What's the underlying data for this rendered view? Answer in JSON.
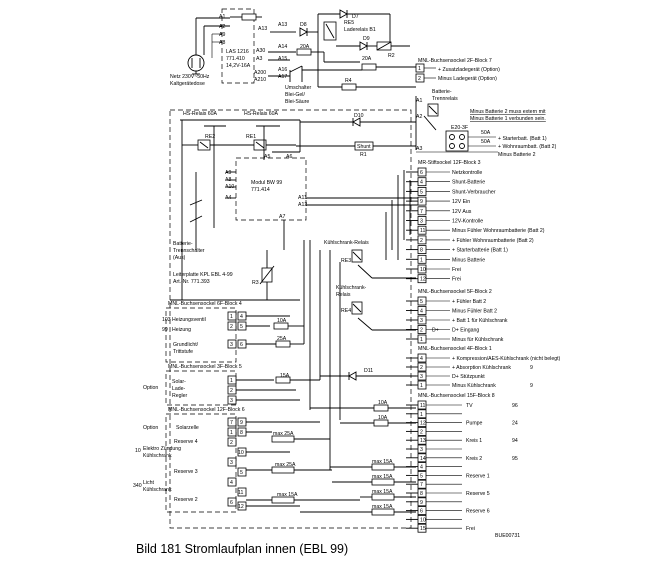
{
  "caption": "Bild 181   Stromlaufplan innen (EBL 99)",
  "code": "BUE00731",
  "power_input": [
    "Netz 230V~50Hz",
    "Kaltgerätedose"
  ],
  "las": [
    "LAS 1216",
    "771.410",
    "14,2V-16A"
  ],
  "charger_switch": [
    "Umschalter",
    "Blei-Gel/",
    "Blei-Säure"
  ],
  "charge_relay": [
    "RE5",
    "Laderelais B1"
  ],
  "fuses": {
    "a1": "A1",
    "a2": "A2",
    "a9": "A9",
    "a8": "A8",
    "a13": "A13",
    "a14": "A14",
    "a3": "A3",
    "a15": "A15",
    "a16": "A16",
    "a17": "A17",
    "a200": "A200",
    "a210": "A210",
    "a30": "A30",
    "f20a1": "20A",
    "f20a2": "20A",
    "f60a1": "HS-Relais 60A",
    "f60a2": "HS-Relais 60A",
    "f10a": "10A",
    "f25a": "25A",
    "f15a": "15A",
    "fr10a1": "10A",
    "fr10a2": "10A",
    "max25a1": "max 25A",
    "max25a2": "max 25A",
    "max15a1": "max 15A",
    "max15a2": "max 15A",
    "max15a3": "max 15A",
    "max15a4": "max 15A",
    "max15a5": "max 15A"
  },
  "components": {
    "d8": "D8",
    "d7": "D7",
    "d9": "D9",
    "r2": "R2",
    "r4": "R4",
    "r1": "R1",
    "d10": "D10",
    "d11": "D11",
    "shunt": "Shunt",
    "re1": "RE1",
    "re2": "RE2",
    "re3": "RE3",
    "re4": "RE4",
    "r3": "R3",
    "e20": "E20-3F",
    "a5": "A5",
    "a6": "A6",
    "a4": "A4",
    "a7": "A7",
    "a10": "A10",
    "a11": "A11",
    "a12": "A12",
    "a9b": "A9",
    "a8b": "A8"
  },
  "battery_switch": [
    "Batterie-",
    "Trennrelais"
  ],
  "battery_cut": [
    "Batterie-",
    "Trennschalter",
    "(Aus)"
  ],
  "module": [
    "Modul BW 99",
    "771.414"
  ],
  "board": [
    "Leiterplatte KPL EBL 4-99",
    "Art.-Nr. 771.393"
  ],
  "cooler_relay": "Kühlschrank-Relais",
  "cooler_relay2": [
    "Kühlschrank-",
    "Relais"
  ],
  "sockets": {
    "s2f7": "MNL-Buchsensockel 2F-Block 7",
    "s12f3": "MR-Stiftsockel 12F-Block 3",
    "s5f2": "MNL-Buchsensockel 5F-Block 2",
    "s4f1": "MNL-Buchsensockel 4F-Block 1",
    "s15f8": "MNL-Buchsensockel 15F-Block 8",
    "s6f4": "MNL-Buchsensockel 6F-Block 4",
    "s3f5": "MNL-Buchsensockel 3F-Block 5",
    "s12f6": "MNL-Buchsensockel 12F-Block 6"
  },
  "right_top": [
    "+ Zusatzladegerät (Option)",
    "Minus Ladegerät (Option)"
  ],
  "minus_note": [
    "Minus Batterie 2 muss extern mit",
    "Minus Batterie 1 verbunden sein."
  ],
  "e20_items": [
    "+ Starterbatt. (Batt 1)",
    "+ Wohnraumbatt. (Batt 2)",
    "Minus Batterie 2"
  ],
  "e20_amps": [
    "50A",
    "50A"
  ],
  "block3": [
    {
      "n": "6",
      "t": "Netzkontrolle"
    },
    {
      "n": "4",
      "t": "Shunt-Batterie"
    },
    {
      "n": "5",
      "t": "Shunt-Verbraucher"
    },
    {
      "n": "9",
      "t": "12V Ein"
    },
    {
      "n": "7",
      "t": "12V Aus"
    },
    {
      "n": "3",
      "t": "12V-Kontrolle"
    },
    {
      "n": "11",
      "t": "Minus Fühler Wohnraumbatterie (Batt 2)"
    },
    {
      "n": "2",
      "t": "+ Fühler Wohnraumbatterie (Batt 2)"
    },
    {
      "n": "8",
      "t": "+ Starterbatterie (Batt 1)"
    },
    {
      "n": "1",
      "t": "Minus Batterie"
    },
    {
      "n": "10",
      "t": "Frei"
    },
    {
      "n": "12",
      "t": "Frei"
    }
  ],
  "block2": [
    {
      "n": "5",
      "t": "+ Fühler Batt 2"
    },
    {
      "n": "4",
      "t": "Minus Fühler Batt 2"
    },
    {
      "n": "3",
      "t": "+ Batt 1 für Kühlschrank"
    },
    {
      "n": "2",
      "t": "D+ Eingang"
    },
    {
      "n": "1",
      "t": "Minus für Kühlschrank"
    }
  ],
  "block2_prefix": [
    "",
    "",
    "",
    "D+",
    ""
  ],
  "block1": [
    {
      "n": "4",
      "t": "+ Kompression/AES-Kühlschrank (nicht belegt)"
    },
    {
      "n": "2",
      "t": "+ Absorption Kühlschrank"
    },
    {
      "n": "3",
      "t": "D+ Stützpunkt"
    },
    {
      "n": "1",
      "t": "Minus Kühlschrank"
    }
  ],
  "block1_num": [
    "",
    "9",
    "",
    "9"
  ],
  "block8": [
    {
      "n": "11",
      "t": "TV",
      "k": "96"
    },
    {
      "n": "1",
      "t": "",
      "k": ""
    },
    {
      "n": "12",
      "t": "Pumpe",
      "k": "24"
    },
    {
      "n": "2",
      "t": "",
      "k": ""
    },
    {
      "n": "13",
      "t": "Kreis 1",
      "k": "94"
    },
    {
      "n": "3",
      "t": "",
      "k": ""
    },
    {
      "n": "14",
      "t": "Kreis 2",
      "k": "95"
    },
    {
      "n": "4",
      "t": "",
      "k": ""
    },
    {
      "n": "5",
      "t": "Reserve 1",
      "k": ""
    },
    {
      "n": "7",
      "t": "",
      "k": ""
    },
    {
      "n": "8",
      "t": "Reserve 5",
      "k": ""
    },
    {
      "n": "9",
      "t": "",
      "k": ""
    },
    {
      "n": "6",
      "t": "Reserve 6",
      "k": ""
    },
    {
      "n": "10",
      "t": "",
      "k": ""
    },
    {
      "n": "15",
      "t": "Frei",
      "k": ""
    }
  ],
  "block4": {
    "heiz_venti": "Heizungsventil",
    "heiz": "Heizung",
    "num103": "103",
    "num99": "99",
    "grund": [
      "Grundlicht/",
      "Trittstufe"
    ],
    "pins": [
      "1",
      "4",
      "2",
      "5",
      "3",
      "6"
    ]
  },
  "block5": {
    "option": "Option",
    "solar": [
      "Solar-",
      "Lade-",
      "Regler"
    ],
    "pins": [
      "1",
      "2",
      "3"
    ]
  },
  "block6": {
    "option": "Option",
    "solarzelle": "Solarzelle",
    "reserve4": "Reserve 4",
    "elektro": [
      "Elektro Zündung",
      "Kühlschrank"
    ],
    "num10": "10",
    "reserve3": "Reserve 3",
    "licht": [
      "Licht",
      "Kühlschrank"
    ],
    "num340": "340",
    "reserve2": "Reserve 2",
    "pins": [
      "7",
      "9",
      "1",
      "8",
      "2",
      "10",
      "3",
      "5",
      "4",
      "11",
      "6",
      "12"
    ]
  }
}
